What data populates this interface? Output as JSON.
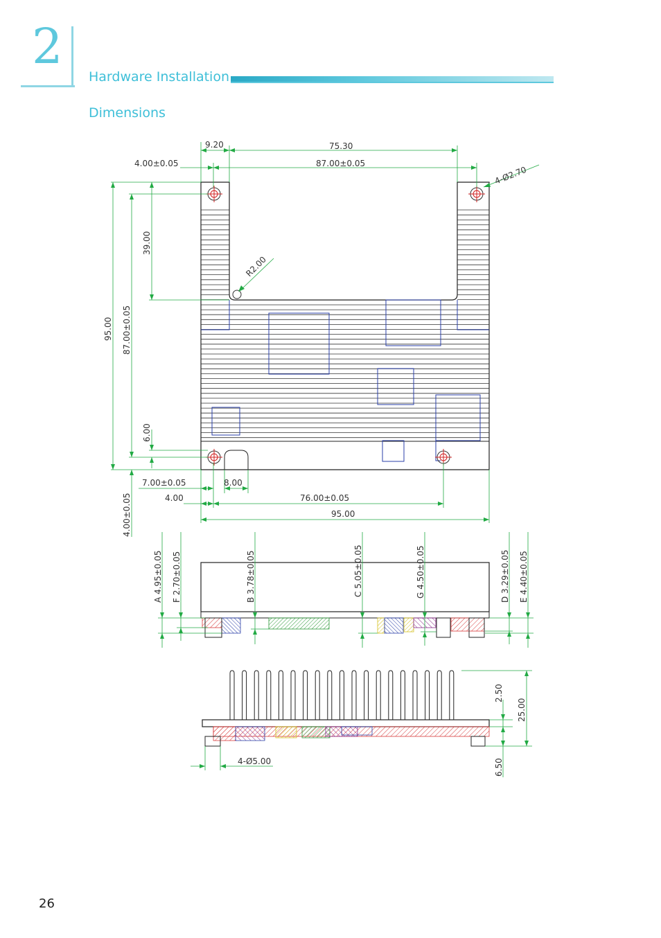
{
  "header": {
    "chapter_number": "2",
    "section_title": "Hardware Installation",
    "subsection_title": "Dimensions"
  },
  "footer": {
    "page_number": "26"
  },
  "drawing": {
    "top_view": {
      "dim_9_20": "9.20",
      "dim_75_30": "75.30",
      "dim_4_00_tol": "4.00±0.05",
      "dim_87_00_tol_h": "87.00±0.05",
      "dim_hole": "4-Ø2.70",
      "dim_radius": "R2.00",
      "dim_39_00": "39.00",
      "dim_95_00_v": "95.00",
      "dim_87_00_tol_v": "87.00±0.05",
      "dim_6_00": "6.00",
      "dim_7_00_tol": "7.00±0.05",
      "dim_8_00": "8.00",
      "dim_4_00": "4.00",
      "dim_76_00_tol": "76.00±0.05",
      "dim_95_00_h": "95.00",
      "dim_4_00_tol_v": "4.00±0.05"
    },
    "side_view": {
      "dim_a": "A 4.95±0.05",
      "dim_f": "F 2.70±0.05",
      "dim_b": "B 3.78±0.05",
      "dim_c": "C 5.05±0.05",
      "dim_g": "G 4.50±0.05",
      "dim_d": "D 3.29±0.05",
      "dim_e": "E 4.40±0.05"
    },
    "front_view": {
      "dim_2_50": "2.50",
      "dim_25_00": "25.00",
      "dim_6_50": "6.50",
      "dim_pins": "4-Ø5.00"
    },
    "colors": {
      "outline": "#222222",
      "dimension": "#22aa44",
      "component": "#2a3fa8",
      "hole": "#d02020"
    }
  }
}
